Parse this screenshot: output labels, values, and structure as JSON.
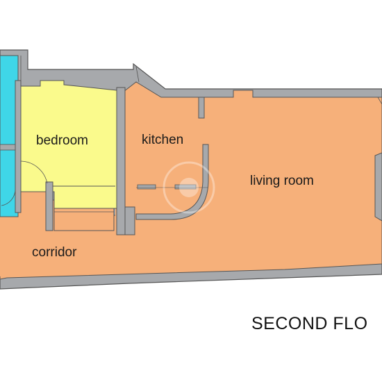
{
  "rooms": {
    "bedroom": "bedroom",
    "kitchen": "kitchen",
    "living_room": "living room",
    "corridor": "corridor"
  },
  "floor_label": "SECOND FLO",
  "colors": {
    "wall": "#a7a9ac",
    "wall_outline": "#555555",
    "living": "#f6b07a",
    "bedroom": "#fafa8c",
    "bathroom": "#3fd6e8",
    "background": "#ffffff"
  }
}
